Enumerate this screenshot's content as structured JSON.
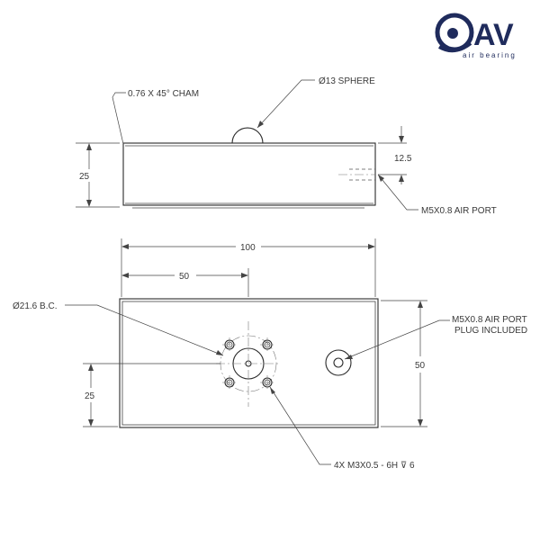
{
  "logo": {
    "letters": "AV",
    "subtitle": "air bearing",
    "color": "#1f2b5c"
  },
  "side_view": {
    "chamfer_note": "0.76 X 45° CHAM",
    "sphere_note": "Ø13 SPHERE",
    "height_dim": "25",
    "port_height_dim": "12.5",
    "port_note": "M5X0.8 AIR PORT"
  },
  "top_view": {
    "length_dim": "100",
    "center_dim": "50",
    "bolt_circle_note": "Ø21.6 B.C.",
    "width_dim": "50",
    "center_height_dim": "25",
    "port_plug_note_line1": "M5X0.8 AIR PORT",
    "port_plug_note_line2": "PLUG INCLUDED",
    "tapped_holes_note": "4X M3X0.5 - 6H ⊽ 6"
  }
}
